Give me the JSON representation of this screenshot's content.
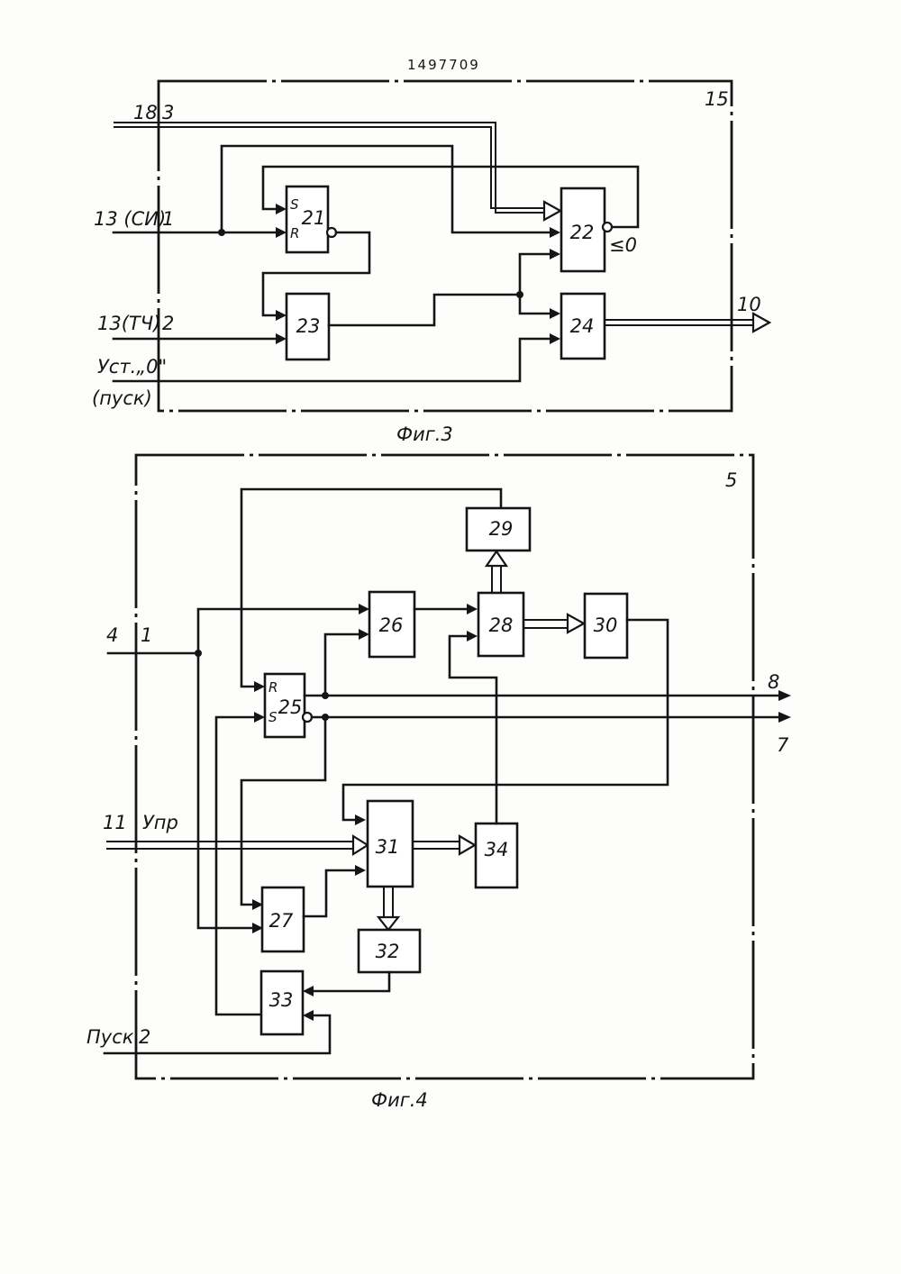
{
  "header": {
    "patent_number": "1497709"
  },
  "fig3": {
    "caption": "Фиг.3",
    "frame_label": "15",
    "inputs": [
      {
        "source": "18",
        "pin": "3"
      },
      {
        "source": "13 (СИ)",
        "pin": "1"
      },
      {
        "source": "13(ТЧ)",
        "pin": "2"
      }
    ],
    "reset_label_line1": "Уст.„0\"",
    "reset_label_line2": "(пуск)",
    "output_label": "10",
    "blocks": [
      {
        "id": "21",
        "pins": [
          "S",
          "R"
        ]
      },
      {
        "id": "22",
        "note": "≤0"
      },
      {
        "id": "23"
      },
      {
        "id": "24"
      }
    ]
  },
  "fig4": {
    "caption": "Фиг.4",
    "frame_label": "5",
    "inputs": [
      {
        "source": "4",
        "pin": "1"
      },
      {
        "source": "11",
        "pin": "Упр"
      },
      {
        "source": "Пуск",
        "pin": "2"
      }
    ],
    "outputs": [
      "8",
      "7"
    ],
    "blocks": [
      {
        "id": "25",
        "pins": [
          "R",
          "S"
        ]
      },
      {
        "id": "26"
      },
      {
        "id": "27"
      },
      {
        "id": "28"
      },
      {
        "id": "29"
      },
      {
        "id": "30"
      },
      {
        "id": "31"
      },
      {
        "id": "32"
      },
      {
        "id": "33"
      },
      {
        "id": "34"
      }
    ]
  }
}
